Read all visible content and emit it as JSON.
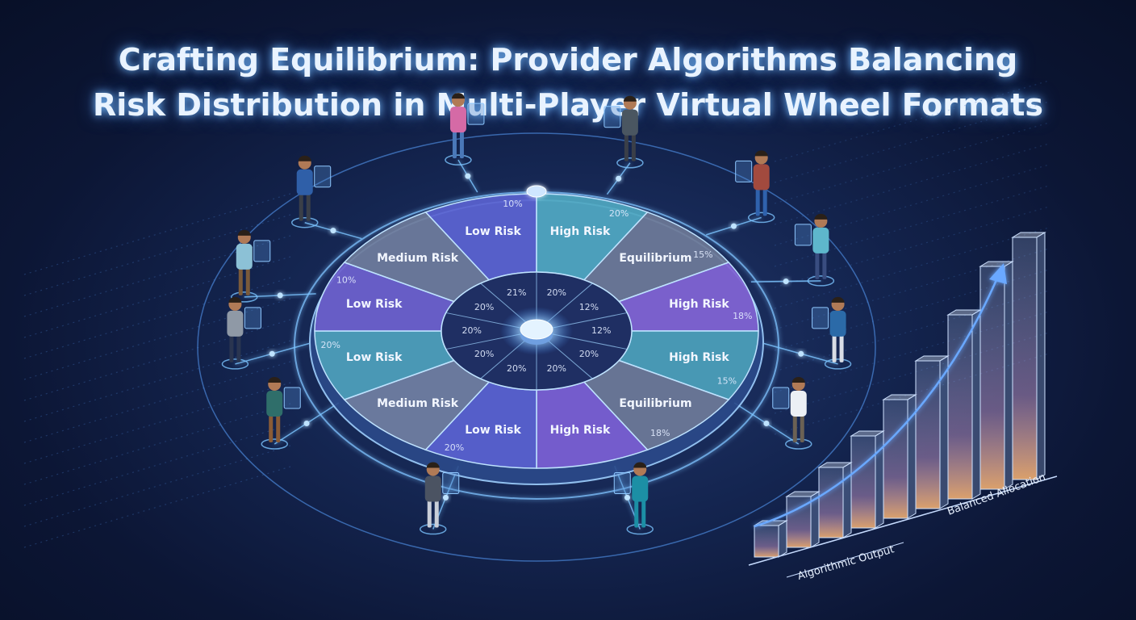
{
  "title": {
    "line1": "Crafting Equilibrium: Provider Algorithms Balancing",
    "line2": "Risk Distribution in Multi-Player Virtual Wheel Formats"
  },
  "wheel": {
    "outer_segments": [
      {
        "label": "Low Risk",
        "pct": "10%",
        "color": "#5a62cf"
      },
      {
        "label": "High Risk",
        "pct": "20%",
        "color": "#4fa7c0"
      },
      {
        "label": "Equilibrium",
        "pct": "15%",
        "color": "#6c7896"
      },
      {
        "label": "High Risk",
        "pct": "18%",
        "color": "#8163d3"
      },
      {
        "label": "High Risk",
        "pct": "15%",
        "color": "#4b9fb9"
      },
      {
        "label": "Equilibrium",
        "pct": "18%",
        "color": "#6c7896"
      },
      {
        "label": "High Risk",
        "pct": "",
        "color": "#7b5ed3"
      },
      {
        "label": "Low Risk",
        "pct": "20%",
        "color": "#5961cf"
      },
      {
        "label": "Medium Risk",
        "pct": "",
        "color": "#707ea0"
      },
      {
        "label": "Low Risk",
        "pct": "20%",
        "color": "#4d9fba"
      },
      {
        "label": "Low Risk",
        "pct": "10%",
        "color": "#6c5fcc"
      },
      {
        "label": "Medium Risk",
        "pct": "",
        "color": "#6e7b9a"
      }
    ],
    "inner_pcts": [
      "20%",
      "12%",
      "12%",
      "20%",
      "20%",
      "20%",
      "20%",
      "20%",
      "20%",
      "21%"
    ]
  },
  "chart": {
    "x_label": "Algorithmic Output",
    "y_label": "Balanced Allocation",
    "bar_levels": [
      0.13,
      0.21,
      0.29,
      0.38,
      0.49,
      0.61,
      0.76,
      0.92,
      1.0
    ],
    "accent": "#6aa8ff"
  },
  "players": [
    {
      "shirt": "#d56aa6",
      "pants": "#4a78b8"
    },
    {
      "shirt": "#4a5661",
      "pants": "#3a3f48"
    },
    {
      "shirt": "#2f5fa8",
      "pants": "#3a3f48"
    },
    {
      "shirt": "#a24a3e",
      "pants": "#2f62ad"
    },
    {
      "shirt": "#5eb7cc",
      "pants": "#394d80"
    },
    {
      "shirt": "#8cc1d6",
      "pants": "#7a5a3a"
    },
    {
      "shirt": "#2b6aa8",
      "pants": "#d9dde6"
    },
    {
      "shirt": "#8f99a6",
      "pants": "#2a3550"
    },
    {
      "shirt": "#ecf0f5",
      "pants": "#6b6154"
    },
    {
      "shirt": "#2f6e6a",
      "pants": "#8a5b36"
    },
    {
      "shirt": "#1c8fa5",
      "pants": "#1c8fa5"
    },
    {
      "shirt": "#4b5362",
      "pants": "#c9ced8"
    }
  ]
}
